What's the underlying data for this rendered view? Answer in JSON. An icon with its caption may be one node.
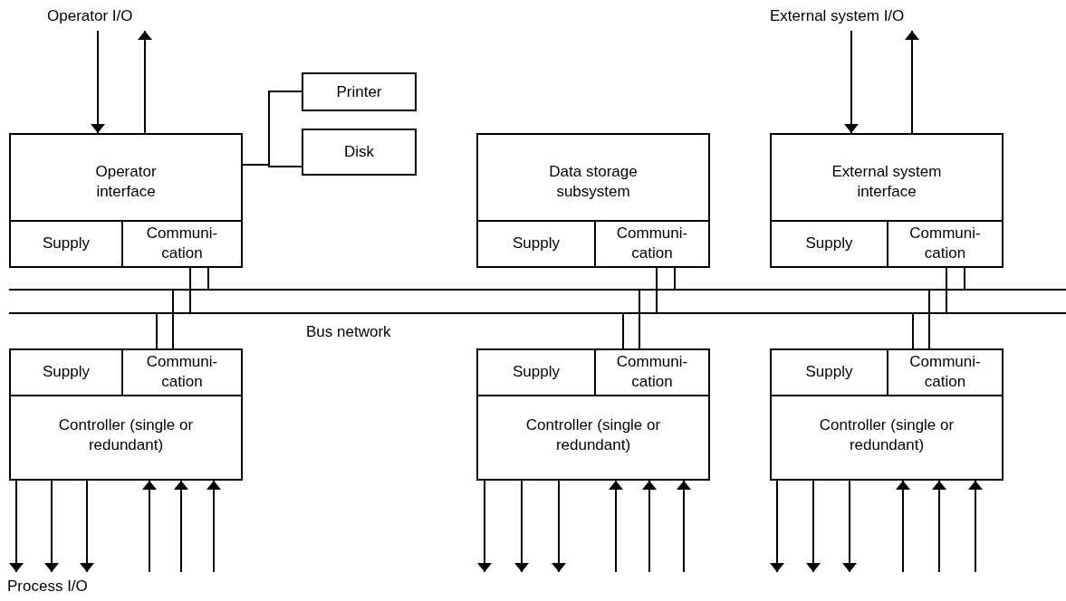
{
  "diagram": {
    "nodes": [
      {
        "text": [
          "Operator I/O"
        ]
      },
      {
        "text": [
          "External system I/O"
        ]
      },
      {
        "text": [
          "Operator interface"
        ]
      },
      {
        "text": [
          "Supply"
        ],
        "in": 2
      },
      {
        "text": [
          "Communi- cation"
        ],
        "in": 2
      },
      {
        "text": [
          "Printer"
        ]
      },
      {
        "text": [
          "Disk"
        ]
      },
      {
        "text": [
          "Data storage subsystem"
        ]
      },
      {
        "text": [
          "Supply"
        ],
        "in": 7
      },
      {
        "text": [
          "Communi- cation"
        ],
        "in": 7
      },
      {
        "text": [
          "External system interface"
        ]
      },
      {
        "text": [
          "Supply"
        ],
        "in": 10
      },
      {
        "text": [
          "Communi- cation"
        ],
        "in": 10
      },
      {
        "text": [
          "Bus network"
        ]
      },
      {
        "text": [
          "Controller (single or redundant)"
        ]
      },
      {
        "text": [
          "Supply"
        ],
        "in": 14
      },
      {
        "text": [
          "Communi- cation"
        ],
        "in": 14
      },
      {
        "text": [
          "Controller (single or redundant)"
        ]
      },
      {
        "text": [
          "Supply"
        ],
        "in": 17
      },
      {
        "text": [
          "Communi- cation"
        ],
        "in": 17
      },
      {
        "text": [
          "Controller (single or redundant)"
        ]
      },
      {
        "text": [
          "Supply"
        ],
        "in": 20
      },
      {
        "text": [
          "Communi- cation"
        ],
        "in": 20
      },
      {
        "text": [
          "Process I/O"
        ]
      }
    ],
    "edges": [
      {
        "from": 0,
        "to": 2,
        "arrow": "to"
      },
      {
        "from": 2,
        "to": 0,
        "arrow": "to"
      },
      {
        "from": 1,
        "to": 10,
        "arrow": "to"
      },
      {
        "from": 10,
        "to": 1,
        "arrow": "to"
      },
      {
        "from": 2,
        "to": 5,
        "arrow": "none"
      },
      {
        "from": 2,
        "to": 6,
        "arrow": "none"
      },
      {
        "from": 4,
        "to": 13,
        "arrow": "none"
      },
      {
        "from": 4,
        "to": 13,
        "arrow": "none"
      },
      {
        "from": 9,
        "to": 13,
        "arrow": "none"
      },
      {
        "from": 9,
        "to": 13,
        "arrow": "none"
      },
      {
        "from": 12,
        "to": 13,
        "arrow": "none"
      },
      {
        "from": 12,
        "to": 13,
        "arrow": "none"
      },
      {
        "from": 16,
        "to": 13,
        "arrow": "none"
      },
      {
        "from": 16,
        "to": 13,
        "arrow": "none"
      },
      {
        "from": 19,
        "to": 13,
        "arrow": "none"
      },
      {
        "from": 19,
        "to": 13,
        "arrow": "none"
      },
      {
        "from": 22,
        "to": 13,
        "arrow": "none"
      },
      {
        "from": 22,
        "to": 13,
        "arrow": "none"
      },
      {
        "from": 14,
        "to": 23,
        "arrow": "to"
      },
      {
        "from": 14,
        "to": 23,
        "arrow": "to"
      },
      {
        "from": 14,
        "to": 23,
        "arrow": "to"
      },
      {
        "from": 23,
        "to": 14,
        "arrow": "to"
      },
      {
        "from": null,
        "to": 14,
        "arrow": "to"
      },
      {
        "from": null,
        "to": 14,
        "arrow": "to"
      },
      {
        "from": 17,
        "to": null,
        "arrow": "to"
      },
      {
        "from": 17,
        "to": null,
        "arrow": "to"
      },
      {
        "from": 17,
        "to": null,
        "arrow": "to"
      },
      {
        "from": null,
        "to": 17,
        "arrow": "to"
      },
      {
        "from": null,
        "to": 17,
        "arrow": "to"
      },
      {
        "from": null,
        "to": 17,
        "arrow": "to"
      },
      {
        "from": 20,
        "to": null,
        "arrow": "to"
      },
      {
        "from": 20,
        "to": null,
        "arrow": "to"
      },
      {
        "from": 20,
        "to": null,
        "arrow": "to"
      },
      {
        "from": null,
        "to": 20,
        "arrow": "to"
      },
      {
        "from": null,
        "to": 20,
        "arrow": "to"
      },
      {
        "from": null,
        "to": 20,
        "arrow": "to"
      }
    ]
  }
}
